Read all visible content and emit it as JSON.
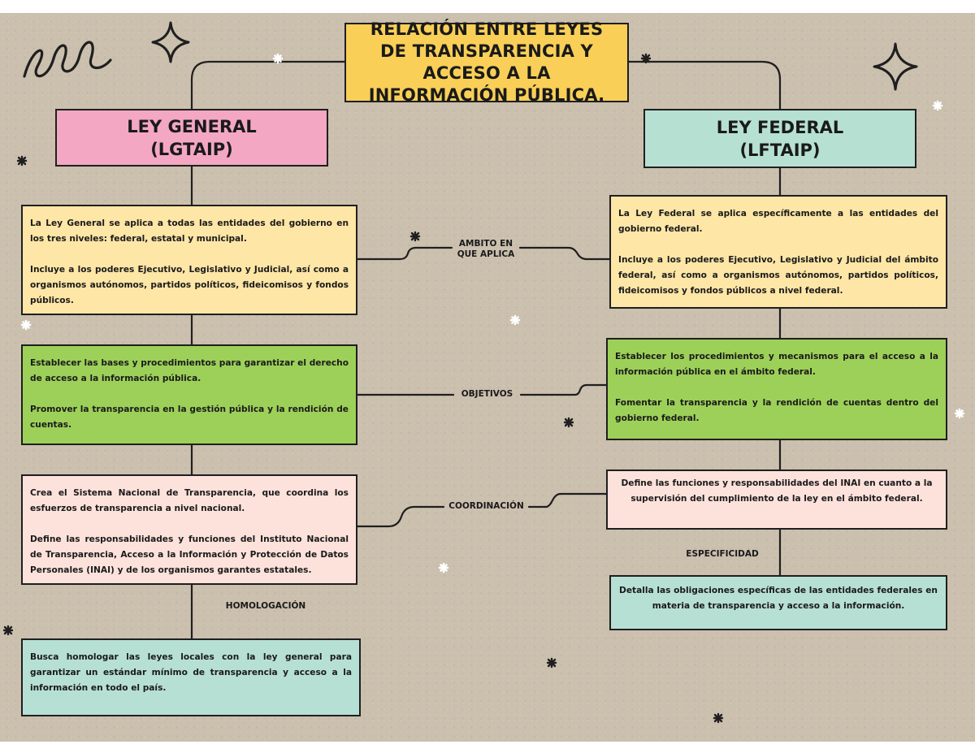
{
  "title": "RELACIÓN ENTRE LEYES DE TRANSPARENCIA Y ACCESO A LA INFORMACIÓN PÚBLICA.",
  "left": {
    "heading_line1": "LEY GENERAL",
    "heading_line2": "(LGTAIP)",
    "ambito": [
      "La Ley General se aplica a todas las entidades del gobierno en los tres niveles: federal, estatal y municipal.",
      "Incluye a los poderes Ejecutivo, Legislativo y Judicial, así como a organismos autónomos, partidos políticos, fideicomisos y fondos públicos."
    ],
    "objetivos": [
      "Establecer las bases y procedimientos para garantizar el derecho de acceso a la información pública.",
      "Promover la transparencia en la gestión pública y la rendición de cuentas."
    ],
    "coordinacion": [
      "Crea el Sistema Nacional de Transparencia, que coordina los esfuerzos de transparencia a nivel nacional.",
      "Define las responsabilidades y funciones del Instituto Nacional de Transparencia, Acceso a la Información y Protección de Datos Personales (INAI) y de los organismos garantes estatales."
    ],
    "homologacion": "Busca homologar las leyes locales con la ley general para garantizar un estándar mínimo de transparencia y acceso a la información en todo el país."
  },
  "right": {
    "heading_line1": "LEY FEDERAL",
    "heading_line2": "(LFTAIP)",
    "ambito": [
      "La Ley Federal se aplica específicamente a las entidades del gobierno federal.",
      "Incluye a los poderes Ejecutivo, Legislativo y Judicial del ámbito federal, así como a organismos autónomos, partidos políticos, fideicomisos y fondos públicos a nivel federal."
    ],
    "objetivos": [
      "Establecer los procedimientos y mecanismos para el acceso a la información pública en el ámbito federal.",
      "Fomentar la transparencia y la rendición de cuentas dentro del gobierno federal."
    ],
    "coordinacion": "Define las funciones y responsabilidades del INAI en cuanto a la supervisión del cumplimiento de la ley en el ámbito federal.",
    "especificidad": "Detalla las obligaciones específicas de las entidades federales en materia de transparencia y acceso a la información."
  },
  "labels": {
    "ambito_line1": "AMBITO EN",
    "ambito_line2": "QUE APLICA",
    "objetivos": "OBJETIVOS",
    "coordinacion": "COORDINACIÓN",
    "homologacion": "HOMOLOGACIÓN",
    "especificidad": "ESPECIFICIDAD"
  },
  "colors": {
    "background": "#cbbfae",
    "title": "#f9cf57",
    "ley_general": "#f4a7c2",
    "ley_federal": "#b6e0d2",
    "ambito": "#fde6a6",
    "objetivos": "#9dd059",
    "coordinacion": "#fde2dc",
    "final": "#b7e0d4"
  },
  "decorations": [
    "squiggle-doodle",
    "diamond-sparkle-icon",
    "star-icon"
  ]
}
